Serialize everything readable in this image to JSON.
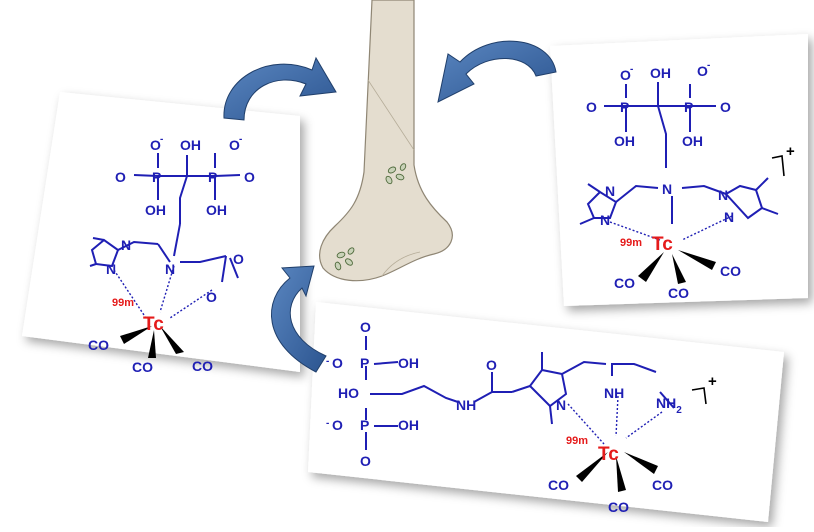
{
  "colors": {
    "structure": "#1f1fb4",
    "bond": "#000000",
    "metal": "#e51b1b",
    "arrow": "#3465a4",
    "arrow_dark": "#203f6b",
    "bone": "#e4ddcf",
    "bone_edge": "#8f8674",
    "card_shadow": "#bdbdbd"
  },
  "labels": {
    "o_minus": "O",
    "minus": "-",
    "oh": "OH",
    "o": "O",
    "p": "P",
    "n": "N",
    "co": "CO",
    "nh": "NH",
    "nh2_base": "NH",
    "nh2_sub": "2",
    "ho": "HO",
    "tc_mass": "99m",
    "tc": "Tc",
    "plus": "+"
  },
  "icons": [
    "bone-illustration",
    "curved-arrow-icon"
  ]
}
